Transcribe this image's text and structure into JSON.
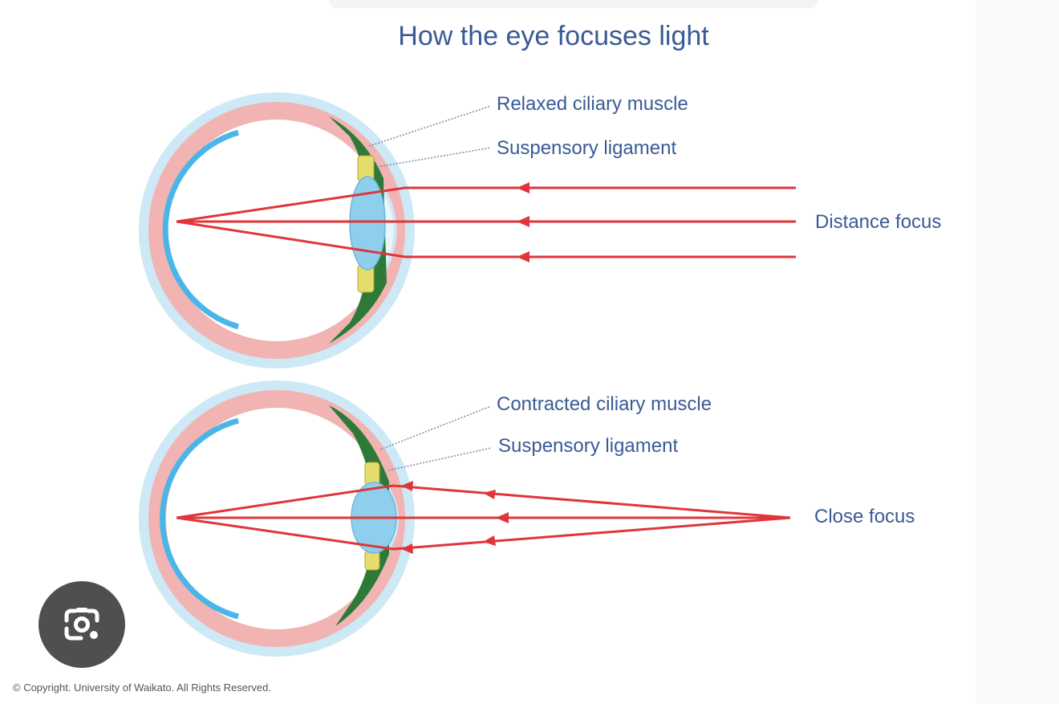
{
  "title": "How the eye focuses light",
  "distance_eye": {
    "muscle_label": "Relaxed ciliary muscle",
    "ligament_label": "Suspensory ligament",
    "focus_label": "Distance focus"
  },
  "close_eye": {
    "muscle_label": "Contracted ciliary muscle",
    "ligament_label": "Suspensory ligament",
    "focus_label": "Close focus"
  },
  "copyright": "© Copyright. University of Waikato. All Rights Reserved.",
  "lens_button": {
    "icon": "camera-search-icon"
  },
  "colors": {
    "title": "#3a5a95",
    "ray": "#e0353b",
    "sclera": "#cde9f6",
    "choroid": "#f2b3b3",
    "retina": "#4ab6e8",
    "lens": "#8ecfee",
    "ciliary_muscle": "#2d7a38",
    "ligament": "#e4dc6c",
    "inner_eye": "#ffffff",
    "leader_line": "#7a8aa8"
  }
}
